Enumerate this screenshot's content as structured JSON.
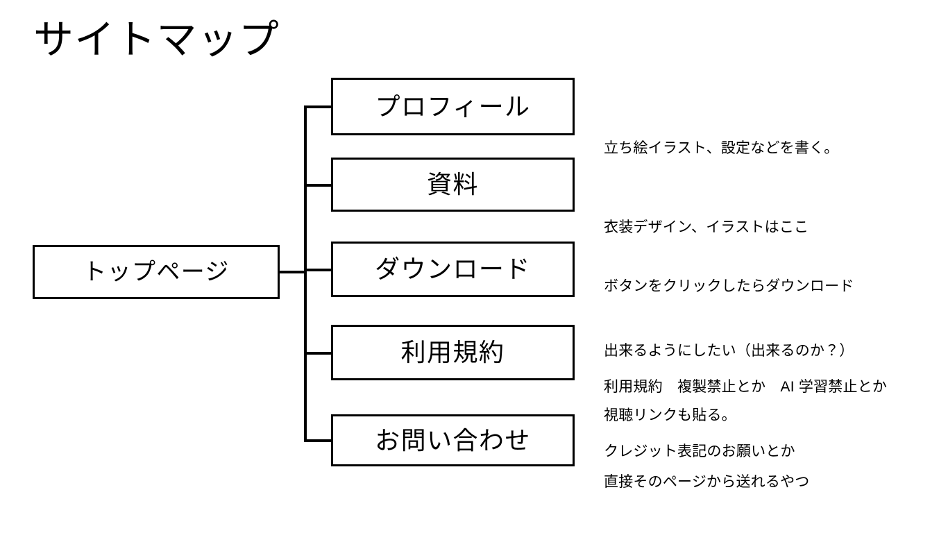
{
  "title": "サイトマップ",
  "root": {
    "label": "トップページ"
  },
  "nodes": [
    {
      "label": "プロフィール"
    },
    {
      "label": "資料"
    },
    {
      "label": "ダウンロード"
    },
    {
      "label": "利用規約"
    },
    {
      "label": "お問い合わせ"
    }
  ],
  "annotations": [
    {
      "lines": [
        "立ち絵イラスト、設定などを書く。"
      ]
    },
    {
      "lines": [
        "衣装デザイン、イラストはここ"
      ]
    },
    {
      "lines": [
        "ボタンをクリックしたらダウンロード",
        "出来るようにしたい（出来るのか？）",
        "視聴リンクも貼る。"
      ]
    },
    {
      "lines": [
        "利用規約　複製禁止とか　AI 学習禁止とか",
        "クレジット表記のお願いとか"
      ]
    },
    {
      "lines": [
        "直接そのページから送れるやつ"
      ]
    }
  ],
  "colors": {
    "background": "#ffffff",
    "line": "#000000",
    "text": "#000000"
  }
}
